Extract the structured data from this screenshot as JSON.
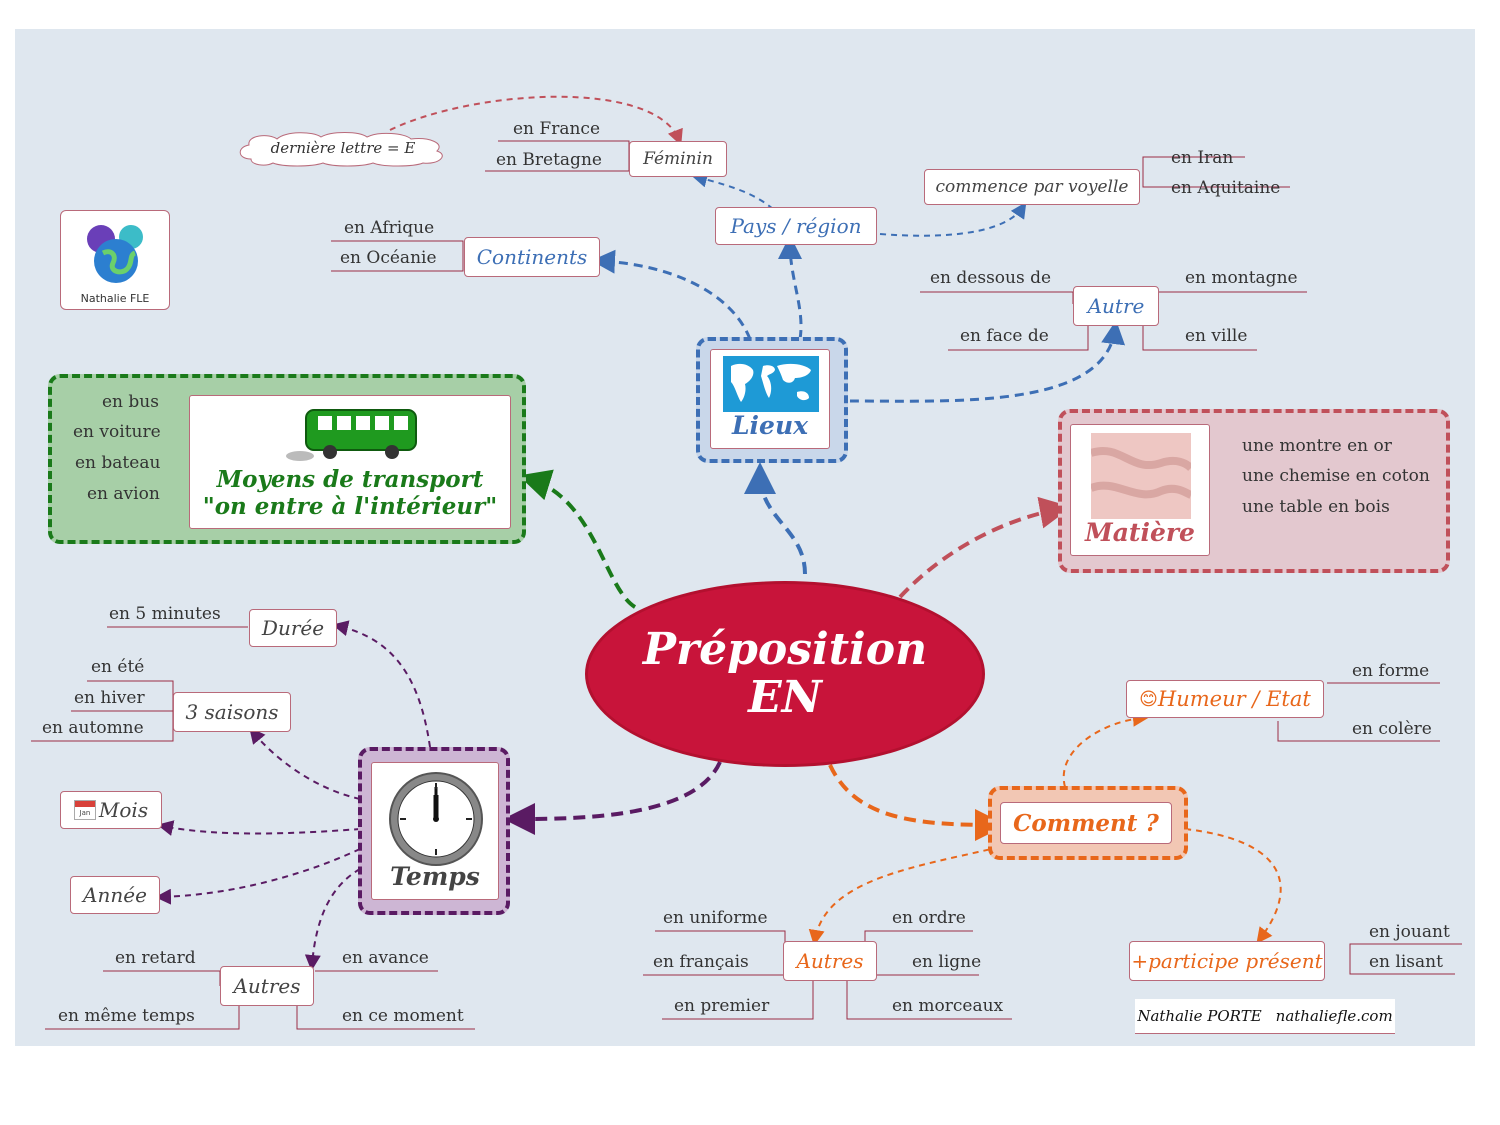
{
  "center": {
    "line1": "Préposition",
    "line2": "EN"
  },
  "lieux": {
    "label": "Lieux",
    "pays_region": "Pays / région",
    "feminin": "Féminin",
    "feminin_examples": [
      "en France",
      "en Bretagne"
    ],
    "derniere_lettre": "dernière lettre = E",
    "voyelle": "commence par voyelle",
    "voyelle_examples": [
      "en Iran",
      "en Aquitaine"
    ],
    "continents": "Continents",
    "continents_examples": [
      "en Afrique",
      "en Océanie"
    ],
    "autre": "Autre",
    "autre_examples": [
      "en dessous de",
      "en montagne",
      "en face de",
      "en ville"
    ]
  },
  "transport": {
    "title_line1": "Moyens de transport",
    "title_line2": "\"on entre à l'intérieur\"",
    "examples": [
      "en bus",
      "en voiture",
      "en bateau",
      "en avion"
    ]
  },
  "matiere": {
    "label": "Matière",
    "examples": [
      "une montre en or",
      "une chemise en coton",
      "une table en bois"
    ]
  },
  "temps": {
    "label": "Temps",
    "duree": "Durée",
    "duree_examples": [
      "en 5 minutes"
    ],
    "saisons": "3 saisons",
    "saisons_examples": [
      "en été",
      "en hiver",
      "en automne"
    ],
    "mois": "Mois",
    "mois_icon_text": "Jan",
    "annee": "Année",
    "autres": "Autres",
    "autres_examples": [
      "en retard",
      "en avance",
      "en même temps",
      "en ce moment"
    ]
  },
  "comment": {
    "label": "Comment ?",
    "humeur": "Humeur / Etat",
    "humeur_icon": "😊",
    "humeur_examples": [
      "en forme",
      "en colère"
    ],
    "autres": "Autres",
    "autres_examples": [
      "en uniforme",
      "en ordre",
      "en français",
      "en ligne",
      "en premier",
      "en morceaux"
    ],
    "participe": "+participe présent",
    "participe_examples": [
      "en jouant",
      "en lisant"
    ]
  },
  "logo_text": "Nathalie FLE",
  "credit": {
    "name": "Nathalie PORTE",
    "site": "nathaliefle.com"
  },
  "colors": {
    "blue": "#3d6fb5",
    "green": "#1a7a1a",
    "red": "#c8143a",
    "rose": "#c0505a",
    "purple": "#5a1b63",
    "orange": "#e8671b"
  }
}
